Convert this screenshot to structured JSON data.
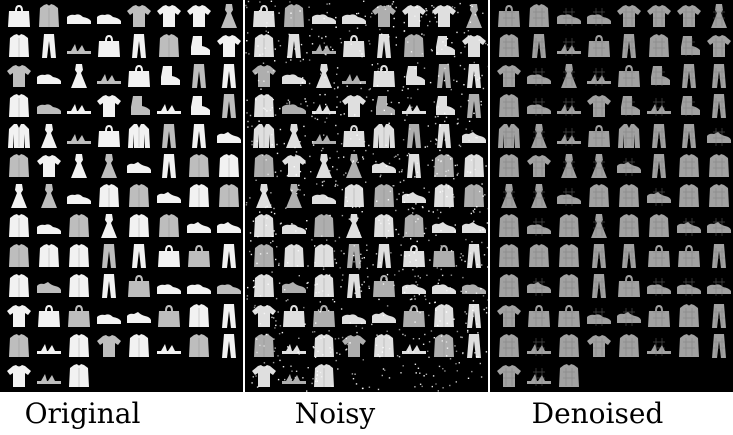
{
  "captions": {
    "original": "Original",
    "noisy": "Noisy",
    "denoised": "Denoised"
  },
  "colors": {
    "panel_background": "#000000",
    "item_bright": "#f2f2f2",
    "item_mid": "#bdbdbd",
    "item_dark": "#7a7a7a"
  },
  "grid": {
    "columns": 8,
    "rows": 13,
    "items": [
      "bag",
      "shirt",
      "shoe",
      "shoe",
      "tshirt",
      "tshirt",
      "tshirt",
      "dress",
      "shirt",
      "trouser",
      "sandal",
      "bag",
      "trouser",
      "shirt",
      "ankle-boot",
      "tshirt",
      "tshirt",
      "shoe",
      "dress",
      "sandal",
      "bag",
      "ankle-boot",
      "trouser",
      "trouser",
      "shirt",
      "shoe",
      "sandal",
      "tshirt",
      "ankle-boot",
      "sandal",
      "ankle-boot",
      "trouser",
      "coat",
      "dress",
      "sandal",
      "bag",
      "coat",
      "trouser",
      "trouser",
      "sneaker",
      "shirt",
      "tshirt",
      "dress",
      "dress",
      "sneaker",
      "trouser",
      "shirt",
      "shirt",
      "dress",
      "dress",
      "shoe",
      "shirt",
      "shirt",
      "sneaker",
      "shirt",
      "shirt",
      "shirt",
      "shoe",
      "shirt",
      "dress",
      "shirt",
      "shirt",
      "sneaker",
      "sneaker",
      "shirt",
      "shirt",
      "shirt",
      "trouser",
      "trouser",
      "bag",
      "bag",
      "trouser",
      "shirt",
      "sneaker",
      "shirt",
      "trouser",
      "bag",
      "shoe",
      "shoe",
      "shoe",
      "tshirt",
      "bag",
      "bag",
      "shoe",
      "sneaker",
      "bag",
      "shirt",
      "trouser",
      "shirt",
      "sandal",
      "shirt",
      "tshirt",
      "shirt",
      "sandal",
      "shirt",
      "trouser",
      "tshirt",
      "sandal",
      "shirt",
      "empty",
      "empty",
      "empty",
      "empty",
      "empty"
    ]
  }
}
